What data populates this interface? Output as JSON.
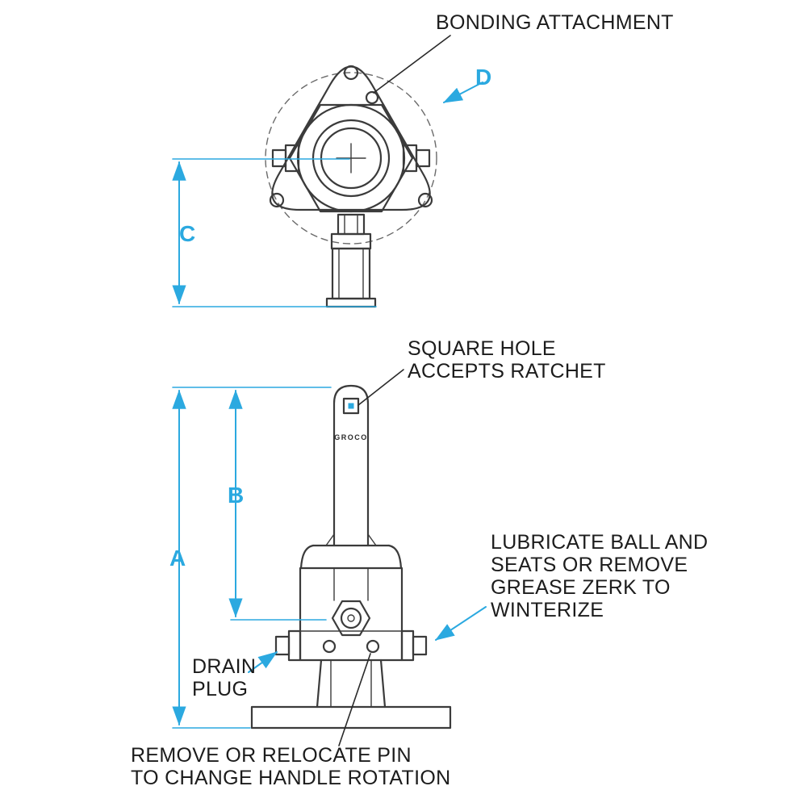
{
  "colors": {
    "dimension_color": "#2ba9e0",
    "line_color": "#3b3b3b",
    "text_color": "#1c1c1c",
    "background": "#ffffff"
  },
  "top_view": {
    "bonding_label": "BONDING ATTACHMENT",
    "dim_d": "D",
    "dim_c": "C"
  },
  "side_view": {
    "brand": "GROCO",
    "dim_a": "A",
    "dim_b": "B",
    "square_hole": {
      "line1": "SQUARE HOLE",
      "line2": "ACCEPTS RATCHET"
    },
    "lubricate": {
      "line1": "LUBRICATE BALL AND",
      "line2": "SEATS OR REMOVE",
      "line3": "GREASE ZERK TO",
      "line4": "WINTERIZE"
    },
    "drain": {
      "line1": "DRAIN",
      "line2": "PLUG"
    },
    "remove_pin": {
      "line1": "REMOVE OR RELOCATE PIN",
      "line2": "TO CHANGE HANDLE ROTATION"
    }
  }
}
